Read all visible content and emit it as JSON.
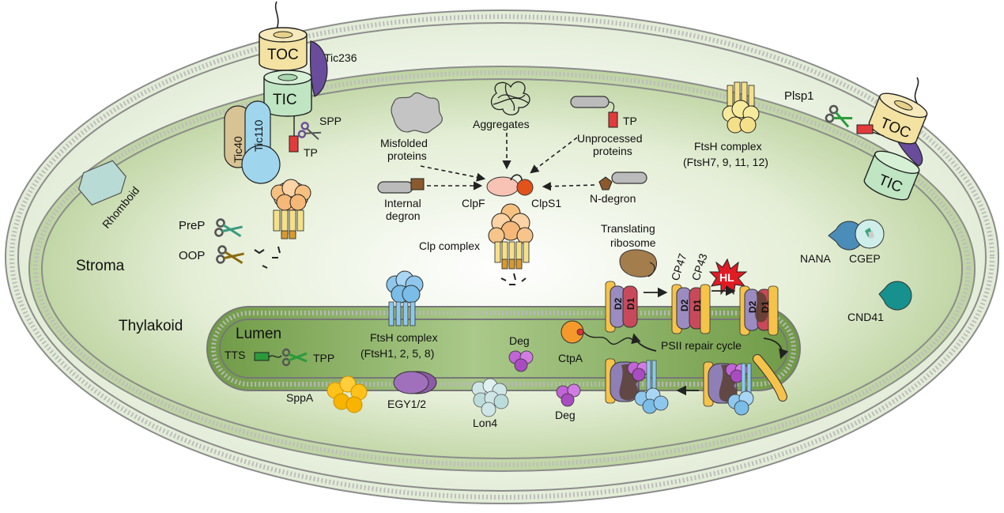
{
  "regions": {
    "stroma": "Stroma",
    "thylakoid": "Thylakoid",
    "lumen": "Lumen"
  },
  "import": {
    "toc_left": "TOC",
    "tic_left": "TIC",
    "tic236": "Tic236",
    "tic40": "Tic40",
    "tic110": "Tic110",
    "spp": "SPP",
    "tp_left": "TP",
    "plsp1": "Plsp1",
    "toc_right": "TOC",
    "tic_right": "TIC"
  },
  "stroma_proteases": {
    "rhomboid": "Rhomboid",
    "prep": "PreP",
    "oop": "OOP",
    "nana": "NANA",
    "cgep": "CGEP",
    "cnd41": "CND41"
  },
  "clp": {
    "misfolded": [
      "Misfolded",
      "proteins"
    ],
    "aggregates": "Aggregates",
    "tp": "TP",
    "unprocessed": [
      "Unprocessed",
      "proteins"
    ],
    "internal_degron": [
      "Internal",
      "degron"
    ],
    "clpf": "ClpF",
    "clps1": "ClpS1",
    "n_degron": "N-degron",
    "clp_complex": "Clp complex"
  },
  "ftsh_envelope": {
    "name": "FtsH complex",
    "subunits": "(FtsH7, 9, 11, 12)"
  },
  "ftsh_thylakoid": {
    "name": "FtsH complex",
    "subunits": "(FtsH1, 2, 5, 8)"
  },
  "psii": {
    "translating_ribosome": [
      "Translating",
      "ribosome"
    ],
    "cp47": "CP47",
    "cp43": "CP43",
    "hl": "HL",
    "d2": "D2",
    "d1": "D1",
    "repair_cycle": "PSII repair cycle"
  },
  "lumen_proteases": {
    "tts": "TTS",
    "tpp": "TPP",
    "deg_top": "Deg",
    "ctpa": "CtpA",
    "sppa": "SppA",
    "egy": "EGY1/2",
    "lon4": "Lon4",
    "deg_bottom": "Deg"
  },
  "colors": {
    "stroma_fill": "#d6e6c0",
    "thylakoid_fill": "#8fb26a",
    "toc": "#f3e2a2",
    "tic": "#bfe5c3",
    "tic236": "#6a4c9c",
    "tic40": "#d8c394",
    "tic110": "#9fd6ee",
    "clp": "#f7c58c",
    "ftsh": "#f5e08a",
    "ftsh_thylakoid": "#8ec7ee",
    "d1": "#c84a5a",
    "d2": "#9a8cc0",
    "deg": "#c064d6",
    "egy": "#8e5aa8",
    "sppa": "#ffc21a",
    "lon4": "#cfe6e6",
    "nana": "#4a8db8",
    "cnd41": "#17918e",
    "hl": "#e01b24"
  }
}
